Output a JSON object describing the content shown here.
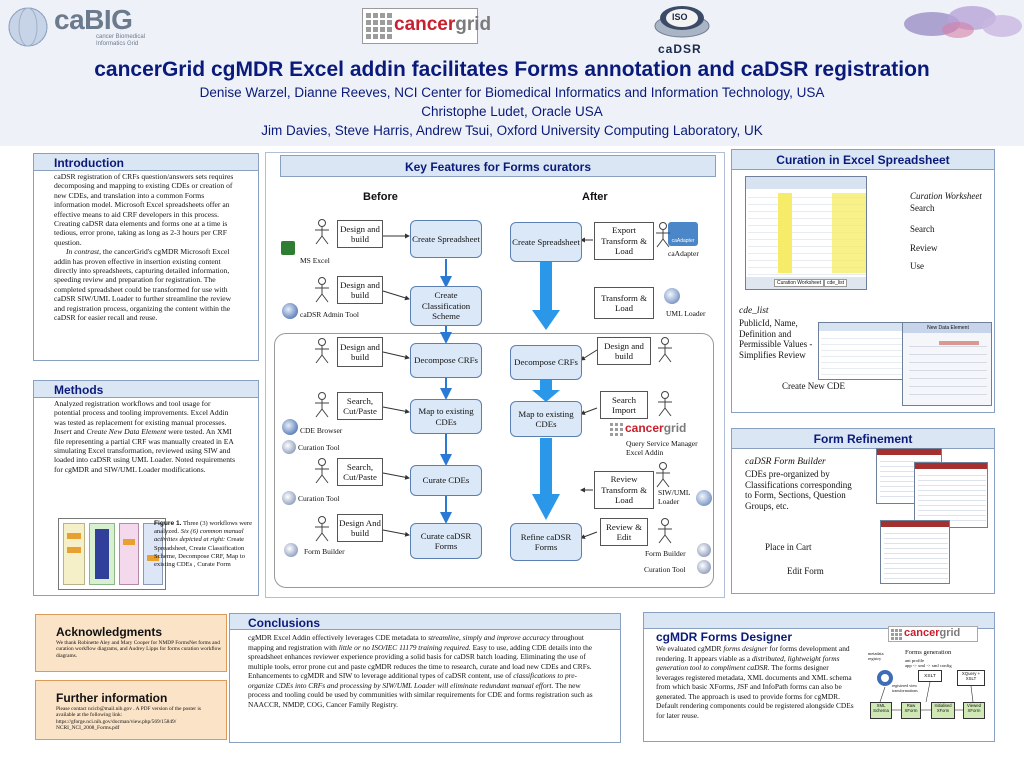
{
  "logos": {
    "cabig": "caBIG",
    "cabig_sub": "cancer Biomedical Informatics Grid",
    "cancergrid_a": "cancer",
    "cancergrid_b": "grid",
    "iso": "ISO",
    "cadsr": "caDSR"
  },
  "title": "cancerGrid cgMDR Excel addin facilitates Forms annotation and caDSR registration",
  "authors": [
    "Denise Warzel, Dianne Reeves, NCI Center for Biomedical Informatics and Information Technology, USA",
    "Christophe Ludet, Oracle USA",
    "Jim Davies, Steve Harris, Andrew Tsui, Oxford University Computing Laboratory, UK"
  ],
  "intro": {
    "heading": "Introduction",
    "p1": "caDSR registration of CRFs question/answers sets requires decomposing and mapping to existing CDEs or creation of new CDEs, and translation into a common Forms information model. Microsoft Excel spreadsheets offer an effective means to aid CRF developers in this process. Creating caDSR data elements and forms one at a time is tedious, error prone, taking as long as 2-3 hours per CRF question.",
    "p2_em": "In contrast,",
    "p2": " the cancerGrid's cgMDR Microsoft Excel addin has proven effective in insertion existing content directly into spreadsheets, capturing detailed information, speeding review and preparation for registration.  The completed spreadsheet could be transformed for use with caDSR SIW/UML Loader to further streamline the review and registration process, organizing the content within the caDSR for easier recall and reuse."
  },
  "methods": {
    "heading": "Methods",
    "p1": "Analyzed registration workflows and tool usage for potential process and tooling improvements. Excel Addin was tested as replacement for existing manual processes.",
    "em1": "Insert",
    "and": " and ",
    "em2": "Create New Data Element",
    "p2": " were tested. An XMI file representing a partial CRF was manually created in EA simulating Excel transformation, reviewed using SIW and loaded into caDSR using UML Loader.  Noted requirements for cgMDR and SIW/UML Loader modifications.",
    "fig_label": "Figure 1.",
    "fig_text": " Three (3) workflows were analyzed.",
    "fig_em": " Six (6) common manual activities depicted at right:",
    "fig_rest": " Create Spreadsheet, Create Classification Scheme, Decompose CRF, Map to existing CDEs , Curate Form"
  },
  "ack": {
    "heading": "Acknowledgments",
    "text": "We thank Robinette Aley and Mary Cooper for NMDP FormsNet forms and curation workflow diagrams, and Audrey Lipps for forms curation workflow diagrams."
  },
  "further": {
    "heading": "Further information",
    "text": "Please contact ncicb@mail.nih.gov . A PDF version of the poster is available at the following link: https://gforge.nci.nih.gov/docman/view.php/569/15849/ NCRI_NCI_2008_Forms.pdf"
  },
  "key": {
    "heading": "Key Features for Forms curators",
    "before": "Before",
    "after": "After",
    "b_design1": "Design and build",
    "b_create_ss": "Create Spreadsheet",
    "ms_excel": "MS Excel",
    "b_design2": "Design and build",
    "b_create_cs": "Create Classification Scheme",
    "cadsr_admin": "caDSR Admin Tool",
    "b_design3": "Design and build",
    "b_decompose": "Decompose CRFs",
    "b_search": "Search, Cut/Paste",
    "b_map": "Map to existing CDEs",
    "cde_browser": "CDE Browser",
    "curation_tool1": "Curation Tool",
    "b_search2": "Search, Cut/Paste",
    "b_curate": "Curate CDEs",
    "curation_tool2": "Curation Tool",
    "b_design4": "Design And build",
    "b_curate_cadsr": "Curate caDSR Forms",
    "form_builder1": "Form Builder",
    "a_create_ss": "Create Spreadsheet",
    "a_export": "Export Transform & Load",
    "cadapter_logo": "caAdapter",
    "cadapter": "caAdapter",
    "a_transform": "Transform & Load",
    "uml_loader": "UML Loader",
    "a_decompose": "Decompose CRFs",
    "a_design": "Design and build",
    "a_map": "Map to existing CDEs",
    "a_search": "Search Import",
    "cg_a": "cancer",
    "cg_b": "grid",
    "qsm": "Query Service Manager Excel Addin",
    "a_review_tl": "Review Transform & Load",
    "siw": "SIW/UML Loader",
    "a_refine": "Refine caDSR Forms",
    "a_review_edit": "Review & Edit",
    "form_builder2": "Form Builder",
    "curation_tool3": "Curation Tool"
  },
  "curation": {
    "heading": "Curation in Excel Spreadsheet",
    "ws": "Curation Worksheet",
    "search1": "Search",
    "search2": "Search",
    "review": "Review",
    "use": "Use",
    "cde_list": "cde_list",
    "cde_desc": "PublicId, Name, Definition and Permissible Values - Simplifies Review",
    "create_new": "Create New CDE",
    "tab_label": "Curation Worksheet",
    "tab2": "cde_list",
    "dlg_title": "New Data Element"
  },
  "refine": {
    "heading": "Form Refinement",
    "builder": "caDSR Form Builder",
    "desc": "CDEs pre-organized by Classifications corresponding to Form, Sections, Question Groups, etc.",
    "place": "Place in Cart",
    "edit": "Edit Form"
  },
  "conclusions": {
    "heading": "Conclusions",
    "t1": "cgMDR  Excel Addin  effectively leverages CDE metadata to ",
    "e1": "streamline, simply and improve accuracy",
    "t2": " throughout mapping and registration with ",
    "e2": "little or no ISO/IEC 11179 training required.",
    "t3": " Easy to use, adding CDE details into the spreadsheet enhances reviewer experience providing  a solid basis for caDSR batch loading.  Eliminating the use of multiple tools, error prone cut and paste cgMDR reduces the time to research, curate and load new CDEs and CRFs. Enhancements to cgMDR and  SIW to leverage additional types of caDSR content, use of ",
    "e3": "classifications to pre-organize CDEs into CRFs and processing by SIW/UML Loader  will eliminate redundant manual effort.",
    "t4": " The new process and tooling could be used by communities with similar requirements for CDE and forms registration such as NAACCR, NMDP, COG, Cancer Family Registry."
  },
  "designer": {
    "heading": "cgMDR Forms Designer",
    "t1": "We evaluated cgMDR ",
    "e1": "forms designer",
    "t2": " for forms development and rendering. It appears viable as a ",
    "e2": "distributed, lightweight forms generation tool to compliment caDSR.",
    "t3": " The forms designer leverages registered metadata,  XML documents and XML schema from which basic XForms, JSF and InfoPath forms can also be generated. The approach is used to provide forms for cgMDR. Default rendering components could be registered alongside CDEs for later reuse.",
    "logo_a": "cancer",
    "logo_b": "grid",
    "fg": "Forms generation",
    "fg_sub": "ant profile\napp -> xml -> xml config",
    "metadata": "metadata registry",
    "reg_views": "registered view transformations",
    "xslt": "XSLT",
    "xquery": "XQuery + XSLT",
    "xml_schema": "XML Schema",
    "raw_xform": "Raw XForm",
    "initialised": "Initialised XForm",
    "viewed": "Viewed XForm"
  }
}
